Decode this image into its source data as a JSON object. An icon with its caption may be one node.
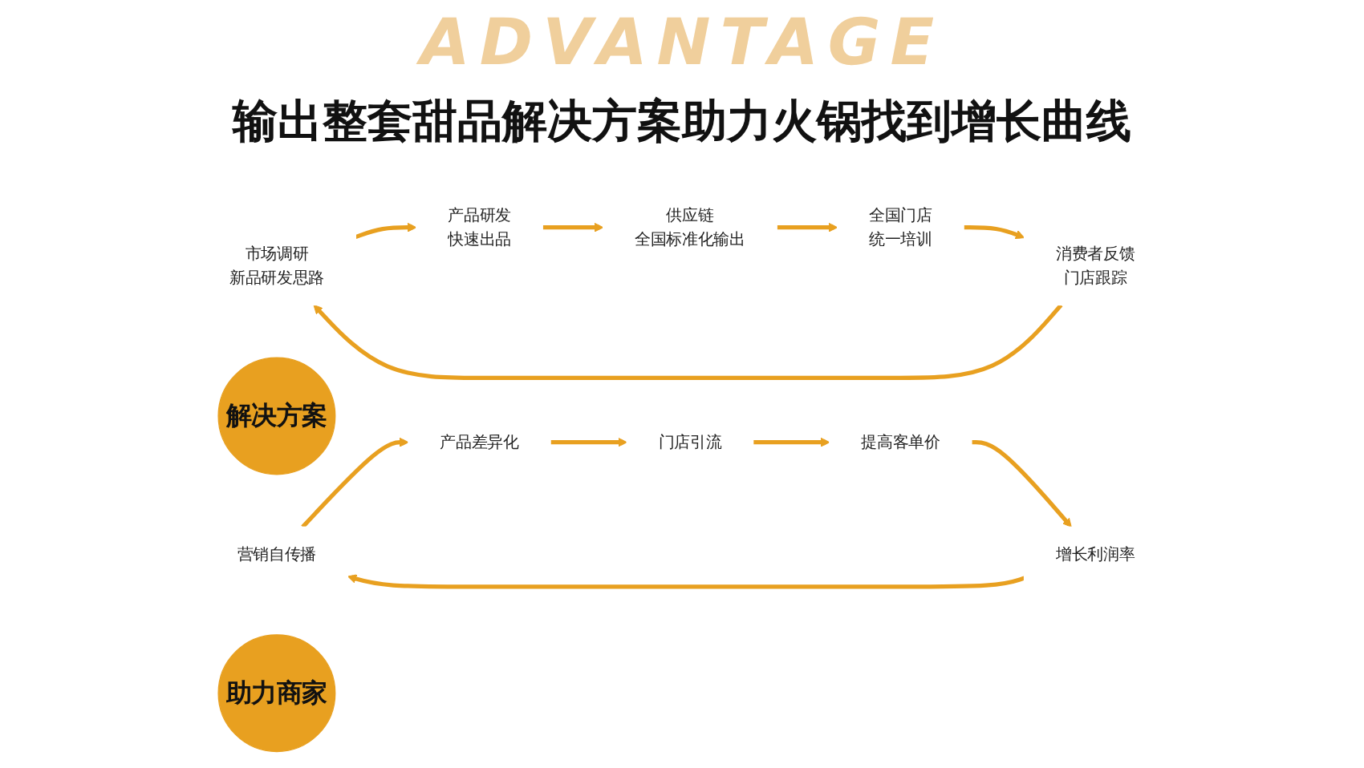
{
  "diagram": {
    "title": "输出整套甜品解决方案助力火锅找到增长曲线",
    "nodes": [
      {
        "text": [
          "市场调研",
          "新品研发思路"
        ]
      },
      {
        "text": [
          "产品研发",
          "快速出品"
        ]
      },
      {
        "text": [
          "解决方案"
        ]
      },
      {
        "text": [
          "供应链",
          "全国标准化输出"
        ]
      },
      {
        "text": [
          "消费者反馈",
          "门店跟踪"
        ]
      },
      {
        "text": [
          "全国门店",
          "统一培训"
        ]
      },
      {
        "text": [
          "营销自传播"
        ]
      },
      {
        "text": [
          "产品差异化"
        ]
      },
      {
        "text": [
          "助力商家"
        ]
      },
      {
        "text": [
          "增长利润率"
        ]
      },
      {
        "text": [
          "门店引流"
        ]
      },
      {
        "text": [
          "提高客单价"
        ]
      }
    ],
    "edges": [
      {
        "from": 0,
        "to": 1,
        "arrow": "to"
      },
      {
        "from": 1,
        "to": 3,
        "arrow": "to"
      },
      {
        "from": 3,
        "to": 5,
        "arrow": "to"
      },
      {
        "from": 5,
        "to": 4,
        "arrow": "to"
      },
      {
        "from": 4,
        "to": 0,
        "arrow": "to"
      },
      {
        "from": 6,
        "to": 7,
        "arrow": "to"
      },
      {
        "from": 7,
        "to": 10,
        "arrow": "to"
      },
      {
        "from": 10,
        "to": 11,
        "arrow": "to"
      },
      {
        "from": 11,
        "to": 9,
        "arrow": "to"
      },
      {
        "from": 9,
        "to": 6,
        "arrow": "to"
      }
    ],
    "labels": [
      "ADVANTAGE"
    ]
  }
}
